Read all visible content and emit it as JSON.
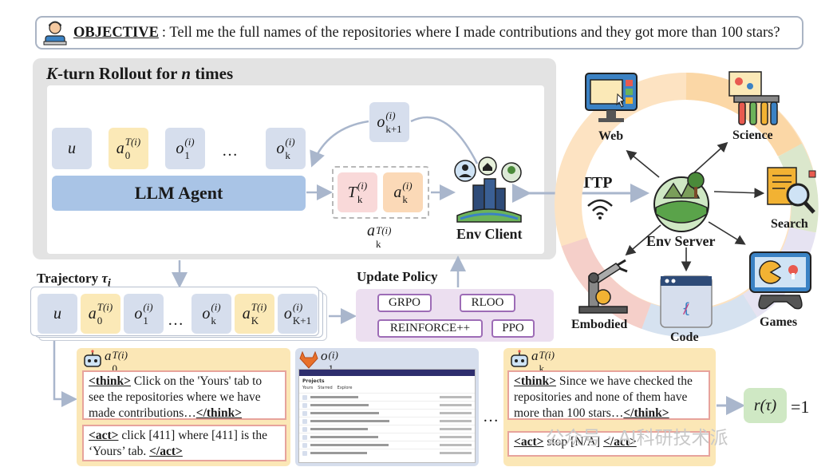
{
  "objective": {
    "label": "OBJECTIVE",
    "text": ": Tell me the full names of the repositories where I made contributions and they got more than 100 stars?"
  },
  "rollout": {
    "title_k": "K",
    "title_mid": "-turn Rollout for ",
    "title_n": "n",
    "title_end": " times"
  },
  "tokens": {
    "u": "u",
    "a": "a",
    "o": "o",
    "T": "T",
    "i": "(i)",
    "Ti": "T(i)",
    "sub0": "0",
    "sub1": "1",
    "subk": "k",
    "subk1": "k+1",
    "subK": "K",
    "subK1": "K+1",
    "dots": "…"
  },
  "llm_agent": "LLM Agent",
  "env_client": "Env Client",
  "http": "HTTP",
  "env_server": "Env Server",
  "environments": [
    "Web",
    "Science",
    "Search",
    "Games",
    "Code",
    "Embodied"
  ],
  "trajectory": {
    "label": "Trajectory ",
    "tau": "τ",
    "sub": "i"
  },
  "update_policy": "Update Policy",
  "algorithms": [
    "GRPO",
    "RLOO",
    "REINFORCE++",
    "PPO"
  ],
  "example": {
    "think1_open": "<think>",
    "think1_text": " Click on the 'Yours' tab to see the repositories where we have made contributions…",
    "think1_close": "</think>",
    "act1_open": "<act>",
    "act1_text": " click [411] where [411] is the ‘Yours’ tab. ",
    "act1_close": "</act>",
    "think2_open": "<think>",
    "think2_text": " Since we have checked the repositories and none of them have more than 100 stars…",
    "think2_close": "</think>",
    "act2_open": "<act>",
    "act2_text": " stop [N/A] ",
    "act2_close": "</act>",
    "dots": "…"
  },
  "screenshot": {
    "title": "Projects",
    "tabs": [
      "Yours",
      "Starred",
      "Explore"
    ],
    "rows": 8
  },
  "reward": {
    "text": "r(τ)",
    "eq": "=1"
  },
  "watermark": "公众号 · AI科研技术派",
  "colors": {
    "blue": "#d6deed",
    "llm": "#a9c4e6",
    "yellow": "#fbe9b7",
    "pink": "#f9d9d9",
    "orange": "#fbd9b7",
    "purple": "#9d6cb6",
    "green": "#cfe8c4"
  }
}
